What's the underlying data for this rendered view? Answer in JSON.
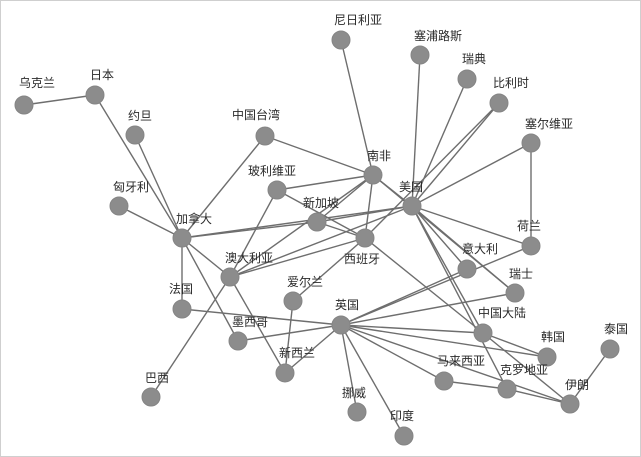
{
  "graph": {
    "node_color": "#8c8c8c",
    "edge_color": "#6e6e6e",
    "nodes": [
      {
        "id": "ukraine",
        "label": "乌克兰"
      },
      {
        "id": "japan",
        "label": "日本"
      },
      {
        "id": "jordan",
        "label": "约旦"
      },
      {
        "id": "taiwan",
        "label": "中国台湾"
      },
      {
        "id": "niger",
        "label": "尼日利亚"
      },
      {
        "id": "cyprus",
        "label": "塞浦路斯"
      },
      {
        "id": "sweden",
        "label": "瑞典"
      },
      {
        "id": "belgium",
        "label": "比利时"
      },
      {
        "id": "serbia",
        "label": "塞尔维亚"
      },
      {
        "id": "hungary",
        "label": "匈牙利"
      },
      {
        "id": "bolivia",
        "label": "玻利维亚"
      },
      {
        "id": "south_africa",
        "label": "南非"
      },
      {
        "id": "usa",
        "label": "美国"
      },
      {
        "id": "singapore",
        "label": "新加坡"
      },
      {
        "id": "canada",
        "label": "加拿大"
      },
      {
        "id": "spain",
        "label": "西班牙"
      },
      {
        "id": "netherlands",
        "label": "荷兰"
      },
      {
        "id": "australia",
        "label": "澳大利亚"
      },
      {
        "id": "ireland",
        "label": "爱尔兰"
      },
      {
        "id": "italy",
        "label": "意大利"
      },
      {
        "id": "switzerland",
        "label": "瑞士"
      },
      {
        "id": "france",
        "label": "法国"
      },
      {
        "id": "uk",
        "label": "英国"
      },
      {
        "id": "mexico",
        "label": "墨西哥"
      },
      {
        "id": "mainland_china",
        "label": "中国大陆"
      },
      {
        "id": "korea",
        "label": "韩国"
      },
      {
        "id": "thailand",
        "label": "泰国"
      },
      {
        "id": "new_zealand",
        "label": "新西兰"
      },
      {
        "id": "malaysia",
        "label": "马来西亚"
      },
      {
        "id": "croatia",
        "label": "克罗地亚"
      },
      {
        "id": "brazil",
        "label": "巴西"
      },
      {
        "id": "iran",
        "label": "伊朗"
      },
      {
        "id": "norway",
        "label": "挪威"
      },
      {
        "id": "india",
        "label": "印度"
      }
    ],
    "edges": [
      [
        "ukraine",
        "japan"
      ],
      [
        "japan",
        "canada"
      ],
      [
        "jordan",
        "canada"
      ],
      [
        "hungary",
        "canada"
      ],
      [
        "taiwan",
        "canada"
      ],
      [
        "taiwan",
        "south_africa"
      ],
      [
        "niger",
        "south_africa"
      ],
      [
        "cyprus",
        "usa"
      ],
      [
        "sweden",
        "usa"
      ],
      [
        "belgium",
        "usa"
      ],
      [
        "belgium",
        "spain"
      ],
      [
        "serbia",
        "usa"
      ],
      [
        "serbia",
        "netherlands"
      ],
      [
        "bolivia",
        "south_africa"
      ],
      [
        "bolivia",
        "spain"
      ],
      [
        "bolivia",
        "australia"
      ],
      [
        "south_africa",
        "singapore"
      ],
      [
        "south_africa",
        "usa"
      ],
      [
        "south_africa",
        "spain"
      ],
      [
        "south_africa",
        "australia"
      ],
      [
        "south_africa",
        "switzerland"
      ],
      [
        "usa",
        "singapore"
      ],
      [
        "usa",
        "canada"
      ],
      [
        "usa",
        "australia"
      ],
      [
        "usa",
        "netherlands"
      ],
      [
        "usa",
        "italy"
      ],
      [
        "usa",
        "switzerland"
      ],
      [
        "usa",
        "mainland_china"
      ],
      [
        "usa",
        "croatia"
      ],
      [
        "singapore",
        "canada"
      ],
      [
        "singapore",
        "spain"
      ],
      [
        "canada",
        "france"
      ],
      [
        "canada",
        "mexico"
      ],
      [
        "canada",
        "australia"
      ],
      [
        "spain",
        "australia"
      ],
      [
        "spain",
        "mainland_china"
      ],
      [
        "spain",
        "ireland"
      ],
      [
        "australia",
        "brazil"
      ],
      [
        "australia",
        "new_zealand"
      ],
      [
        "ireland",
        "new_zealand"
      ],
      [
        "france",
        "uk"
      ],
      [
        "mexico",
        "uk"
      ],
      [
        "uk",
        "netherlands"
      ],
      [
        "uk",
        "italy"
      ],
      [
        "uk",
        "switzerland"
      ],
      [
        "uk",
        "mainland_china"
      ],
      [
        "uk",
        "korea"
      ],
      [
        "uk",
        "malaysia"
      ],
      [
        "uk",
        "norway"
      ],
      [
        "uk",
        "india"
      ],
      [
        "uk",
        "new_zealand"
      ],
      [
        "uk",
        "iran"
      ],
      [
        "mainland_china",
        "iran"
      ],
      [
        "mainland_china",
        "korea"
      ],
      [
        "malaysia",
        "croatia"
      ],
      [
        "croatia",
        "iran"
      ],
      [
        "thailand",
        "iran"
      ]
    ]
  }
}
